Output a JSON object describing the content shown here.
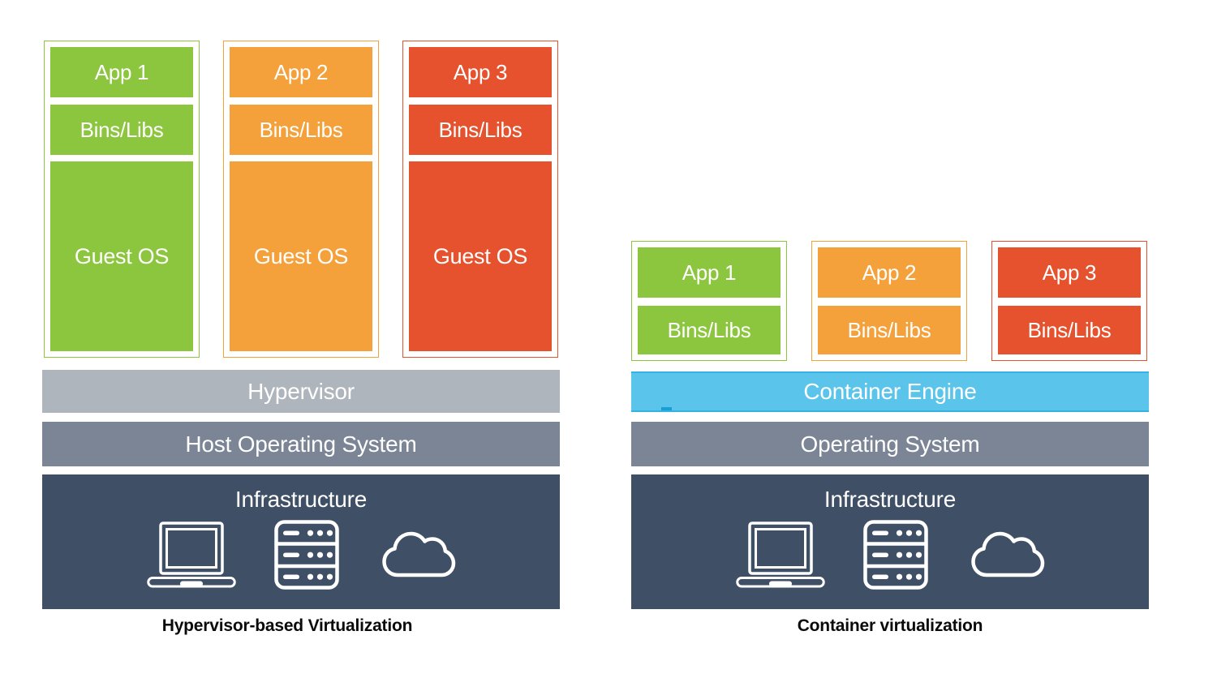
{
  "palette": {
    "green": "#8CC63F",
    "orange": "#F5A13B",
    "red": "#E5522D",
    "blue": "#5BC4EA",
    "blue_edge": "#35B2E2",
    "blue_mark": "#1A9ED6",
    "gray_light": "#AFB5BD",
    "gray_medium": "#7B8595",
    "slate": "#3F5066",
    "white_label": "#FFFFFF",
    "caption": "#0A0A0A"
  },
  "left_diagram": {
    "caption": "Hypervisor-based Virtualization",
    "stacks": [
      {
        "app_label": "App 1",
        "bins_label": "Bins/Libs",
        "guest_label": "Guest OS",
        "color": "#8CC63F"
      },
      {
        "app_label": "App 2",
        "bins_label": "Bins/Libs",
        "guest_label": "Guest OS",
        "color": "#F5A13B"
      },
      {
        "app_label": "App 3",
        "bins_label": "Bins/Libs",
        "guest_label": "Guest OS",
        "color": "#E5522D"
      }
    ],
    "hypervisor_label": "Hypervisor",
    "os_label": "Host Operating System",
    "infrastructure": {
      "label": "Infrastructure",
      "icons": [
        "laptop-icon",
        "server-icon",
        "cloud-icon"
      ]
    }
  },
  "right_diagram": {
    "caption": "Container virtualization",
    "stacks": [
      {
        "app_label": "App 1",
        "bins_label": "Bins/Libs",
        "color": "#8CC63F"
      },
      {
        "app_label": "App 2",
        "bins_label": "Bins/Libs",
        "color": "#F5A13B"
      },
      {
        "app_label": "App 3",
        "bins_label": "Bins/Libs",
        "color": "#E5522D"
      }
    ],
    "engine_label": "Container Engine",
    "os_label": "Operating System",
    "infrastructure": {
      "label": "Infrastructure",
      "icons": [
        "laptop-icon",
        "server-icon",
        "cloud-icon"
      ]
    }
  }
}
